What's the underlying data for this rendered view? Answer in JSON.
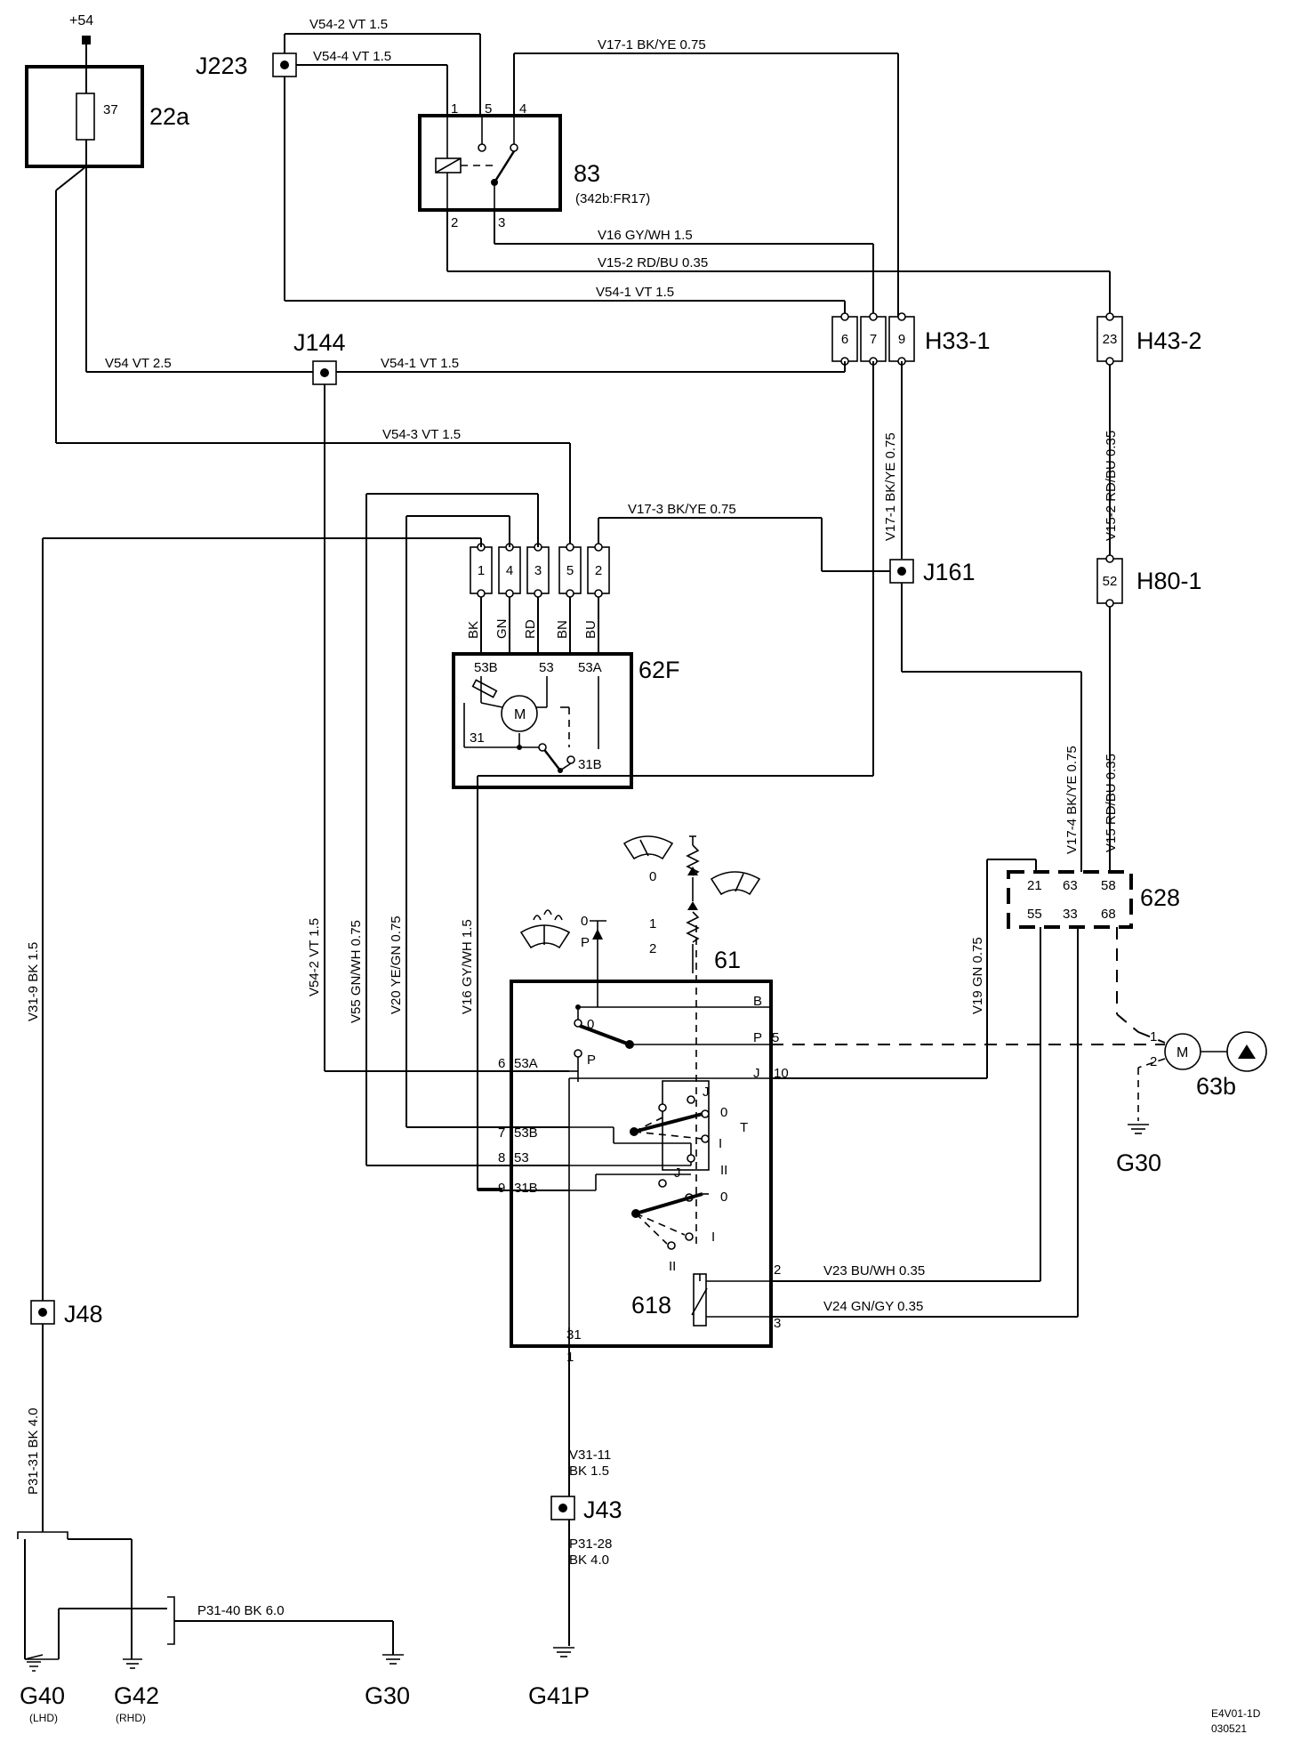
{
  "supply": "+54",
  "components": {
    "fuse_box": "22a",
    "fuse_number": "37",
    "relay": "83",
    "relay_ref": "(342b:FR17)",
    "connector_h33": "H33-1",
    "connector_h43": "H43-2",
    "connector_h80": "H80-1",
    "wiper_motor": "62F",
    "switch": "61",
    "control_unit": "628",
    "washer_pump": "63b",
    "rheostat": "618",
    "motor_symbol": "M"
  },
  "junctions": [
    "J223",
    "J144",
    "J161",
    "J48",
    "J43"
  ],
  "grounds": {
    "g40": "G40",
    "g40_note": "(LHD)",
    "g42": "G42",
    "g42_note": "(RHD)",
    "g30_bottom": "G30",
    "g41p": "G41P",
    "g30_pump": "G30"
  },
  "wires": {
    "v54_2_top": "V54-2  VT  1.5",
    "v54_4": "V54-4  VT  1.5",
    "v17_1_top": "V17-1  BK/YE  0.75",
    "v16_top": "V16  GY/WH  1.5",
    "v15_2_top": "V15-2  RD/BU   0.35",
    "v54_1_a": "V54-1   VT   1.5",
    "v54": "V54  VT   2.5",
    "v54_1_b": "V54-1  VT   1.5",
    "v54_3": "V54-3  VT    1.5",
    "v17_3": "V17-3  BK/YE  0.75",
    "v17_1_vert": "V17-1  BK/YE  0.75",
    "v15_2_vert": "V15-2  RD/BU  0.35",
    "v17_4": "V17-4  BK/YE  0.75",
    "v15": "V15  RD/BU  0.35",
    "v31_9": "V31-9  BK  1.5",
    "v54_2_vert": "V54-2  VT  1.5",
    "v55": "V55  GN/WH 0.75",
    "v20": "V20  YE/GN  0.75",
    "v16_vert": "V16  GY/WH 1.5",
    "v19": "V19  GN  0.75",
    "v23": "V23   BU/WH  0.35",
    "v24": "V24   GN/GY  0.35",
    "p31_31": "P31-31  BK   4.0",
    "v31_11_a": "V31-11",
    "v31_11_b": "BK  1.5",
    "p31_28_a": "P31-28",
    "p31_28_b": "BK  4.0",
    "p31_40": "P31-40  BK   6.0"
  },
  "pins": {
    "relay": [
      "1",
      "5",
      "4",
      "2",
      "3"
    ],
    "h33": [
      "6",
      "7",
      "9"
    ],
    "h43": "23",
    "h80": "52",
    "motor_conn": [
      "1",
      "4",
      "3",
      "5",
      "2"
    ],
    "motor_colors": [
      "BK",
      "GN",
      "RD",
      "BN",
      "BU"
    ],
    "motor_terms": [
      "53B",
      "53",
      "53A",
      "31",
      "31B"
    ],
    "ecu_top": [
      "21",
      "63",
      "58"
    ],
    "ecu_bottom": [
      "55",
      "33",
      "68"
    ],
    "switch_left": [
      "6",
      "53A",
      "7",
      "53B",
      "8",
      "53",
      "9",
      "31B"
    ],
    "switch_right": [
      "B",
      "P",
      "5",
      "J",
      "10",
      "2",
      "3"
    ],
    "switch_bottom": [
      "31",
      "1"
    ],
    "switch_positions": [
      "0",
      "P",
      "J",
      "0",
      "T",
      "I",
      "II",
      "J",
      "0",
      "I",
      "II"
    ],
    "stalk_positions": [
      "0",
      "P",
      "0",
      "1",
      "2"
    ],
    "pump_pins": [
      "1",
      "2"
    ]
  },
  "footer": {
    "code": "E4V01-1D",
    "date": "030521"
  }
}
